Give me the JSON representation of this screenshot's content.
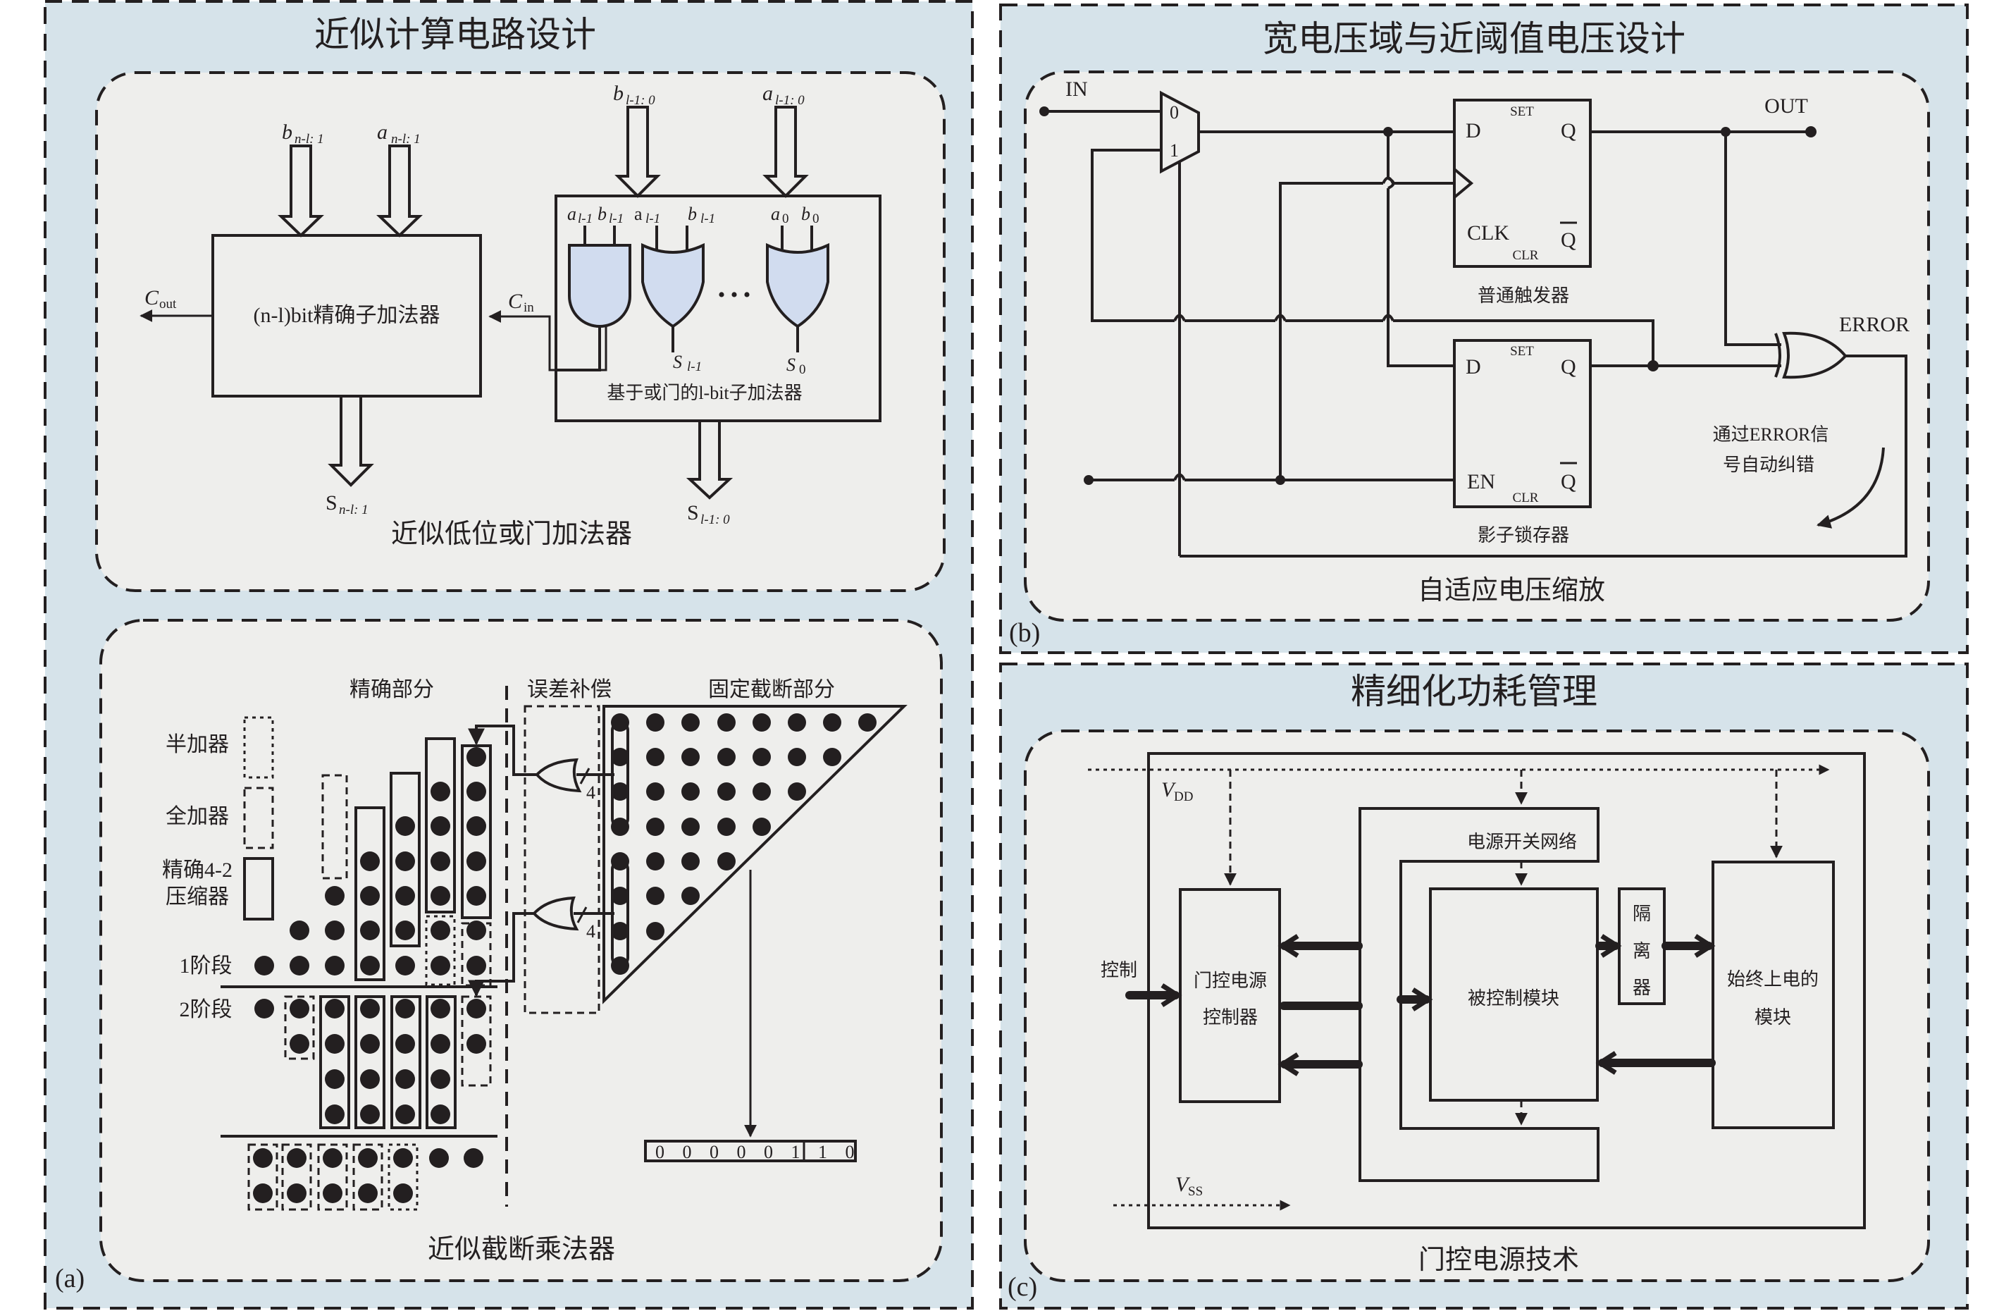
{
  "colors": {
    "panel_bg": "#d6e3ea",
    "inner_bg": "#eeeeec",
    "gate_fill": "#d1dcef",
    "ink": "#231f20"
  },
  "panel_a": {
    "title": "近似计算电路设计",
    "tag": "(a)",
    "adder": {
      "caption": "近似低位或门加法器",
      "exact_block": "(n-l)bit精确子加法器",
      "or_block_caption": "基于或门的l-bit子加法器",
      "inputs": {
        "b_high": {
          "base": "b",
          "sub": "n-l: 1"
        },
        "a_high": {
          "base": "a",
          "sub": "n-l: 1"
        },
        "b_low": {
          "base": "b",
          "sub": "l-1: 0"
        },
        "a_low": {
          "base": "a",
          "sub": "l-1: 0"
        }
      },
      "outputs": {
        "s_high": {
          "base": "S",
          "sub": "n-l: 1"
        },
        "s_low": {
          "base": "S",
          "sub": "l-1: 0"
        }
      },
      "cout": {
        "base": "C",
        "sub": "out"
      },
      "cin": {
        "base": "C",
        "sub": "in"
      },
      "gate_pins": [
        {
          "base": "a",
          "sub": "l-1"
        },
        {
          "base": "b",
          "sub": "l-1"
        },
        {
          "base": "a",
          "sub": "l-1"
        },
        {
          "base": "b",
          "sub": "l-1"
        },
        {
          "base": "a",
          "sub": "0"
        },
        {
          "base": "b",
          "sub": "0"
        }
      ],
      "gate_outputs": [
        {
          "base": "S",
          "sub": "l-1"
        },
        {
          "base": "S",
          "sub": "0"
        }
      ],
      "ellipsis": "• • •"
    },
    "multiplier": {
      "caption": "近似截断乘法器",
      "section_exact": "精确部分",
      "section_comp": "误差补偿",
      "section_trunc": "固定截断部分",
      "legend": [
        {
          "label": "半加器",
          "style": "dotted"
        },
        {
          "label": "全加器",
          "style": "dashed"
        },
        {
          "label": "精确4-2\n压缩器",
          "style": "solid"
        }
      ],
      "stage1_label": "1阶段",
      "stage2_label": "2阶段",
      "bus_width_label": "4",
      "result_bits": [
        "0",
        "0",
        "0",
        "0",
        "0",
        "1",
        "1",
        "0"
      ]
    }
  },
  "panel_b": {
    "title": "宽电压域与近阈值电压设计",
    "tag": "(b)",
    "caption": "自适应电压缩放",
    "in_label": "IN",
    "out_label": "OUT",
    "error_label": "ERROR",
    "mux_inputs": [
      "0",
      "1"
    ],
    "ff_main": {
      "caption": "普通触发器",
      "d": "D",
      "q": "Q",
      "clk": "CLK",
      "qbar": "Q",
      "set": "SET",
      "clr": "CLR"
    },
    "ff_shadow": {
      "caption": "影子锁存器",
      "d": "D",
      "q": "Q",
      "en": "EN",
      "qbar": "Q",
      "set": "SET",
      "clr": "CLR"
    },
    "note_line1": "通过ERROR信",
    "note_line2": "号自动纠错"
  },
  "panel_c": {
    "title": "精细化功耗管理",
    "tag": "(c)",
    "caption": "门控电源技术",
    "vdd": {
      "base": "V",
      "sub": "DD"
    },
    "vss": {
      "base": "V",
      "sub": "SS"
    },
    "control_label": "控制",
    "controller_line1": "门控电源",
    "controller_line2": "控制器",
    "switch_network": "电源开关网络",
    "controlled_module": "被控制模块",
    "isolator": [
      "隔",
      "离",
      "器"
    ],
    "always_on_line1": "始终上电的",
    "always_on_line2": "模块"
  }
}
